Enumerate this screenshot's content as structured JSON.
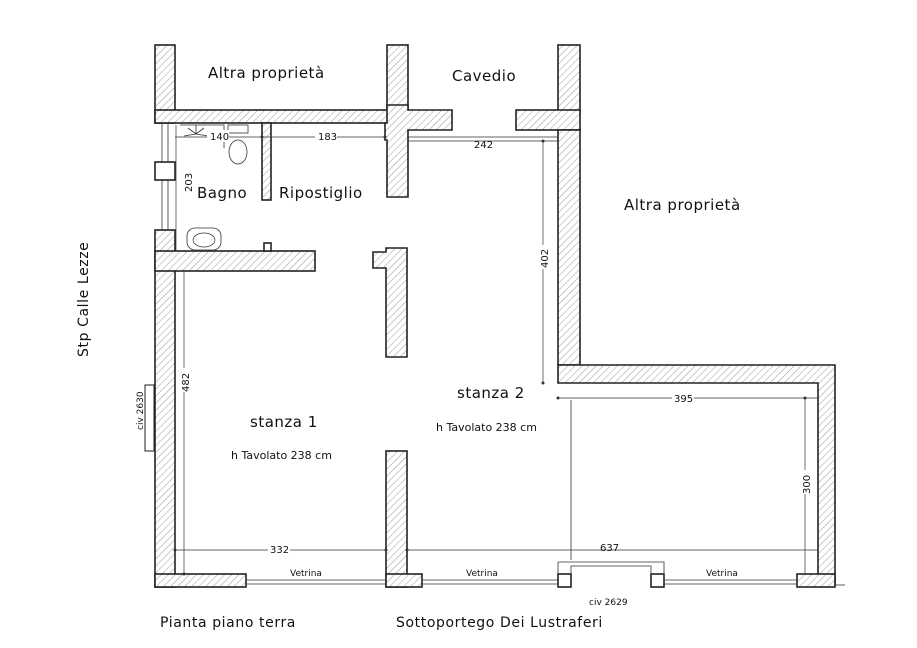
{
  "labels": {
    "altra_top": "Altra proprietà",
    "cavedio": "Cavedio",
    "altra_right": "Altra proprietà",
    "bagno": "Bagno",
    "ripostiglio": "Ripostiglio",
    "stanza1": "stanza 1",
    "stanza1_h": "h Tavolato 238 cm",
    "stanza2": "stanza 2",
    "stanza2_h": "h Tavolato 238 cm",
    "street_left": "Stp Calle Lezze",
    "civ_left": "civ 2630",
    "civ_bottom": "civ 2629",
    "vetrina_1": "Vetrina",
    "vetrina_2": "Vetrina",
    "vetrina_3": "Vetrina",
    "plan_title": "Pianta piano terra",
    "street_bottom": "Sottoportego Dei Lustraferi"
  },
  "dimensions": {
    "d140": "140",
    "d183": "183",
    "d242": "242",
    "d203": "203",
    "d402": "402",
    "d482": "482",
    "d395": "395",
    "d300": "300",
    "d332": "332",
    "d637": "637"
  }
}
